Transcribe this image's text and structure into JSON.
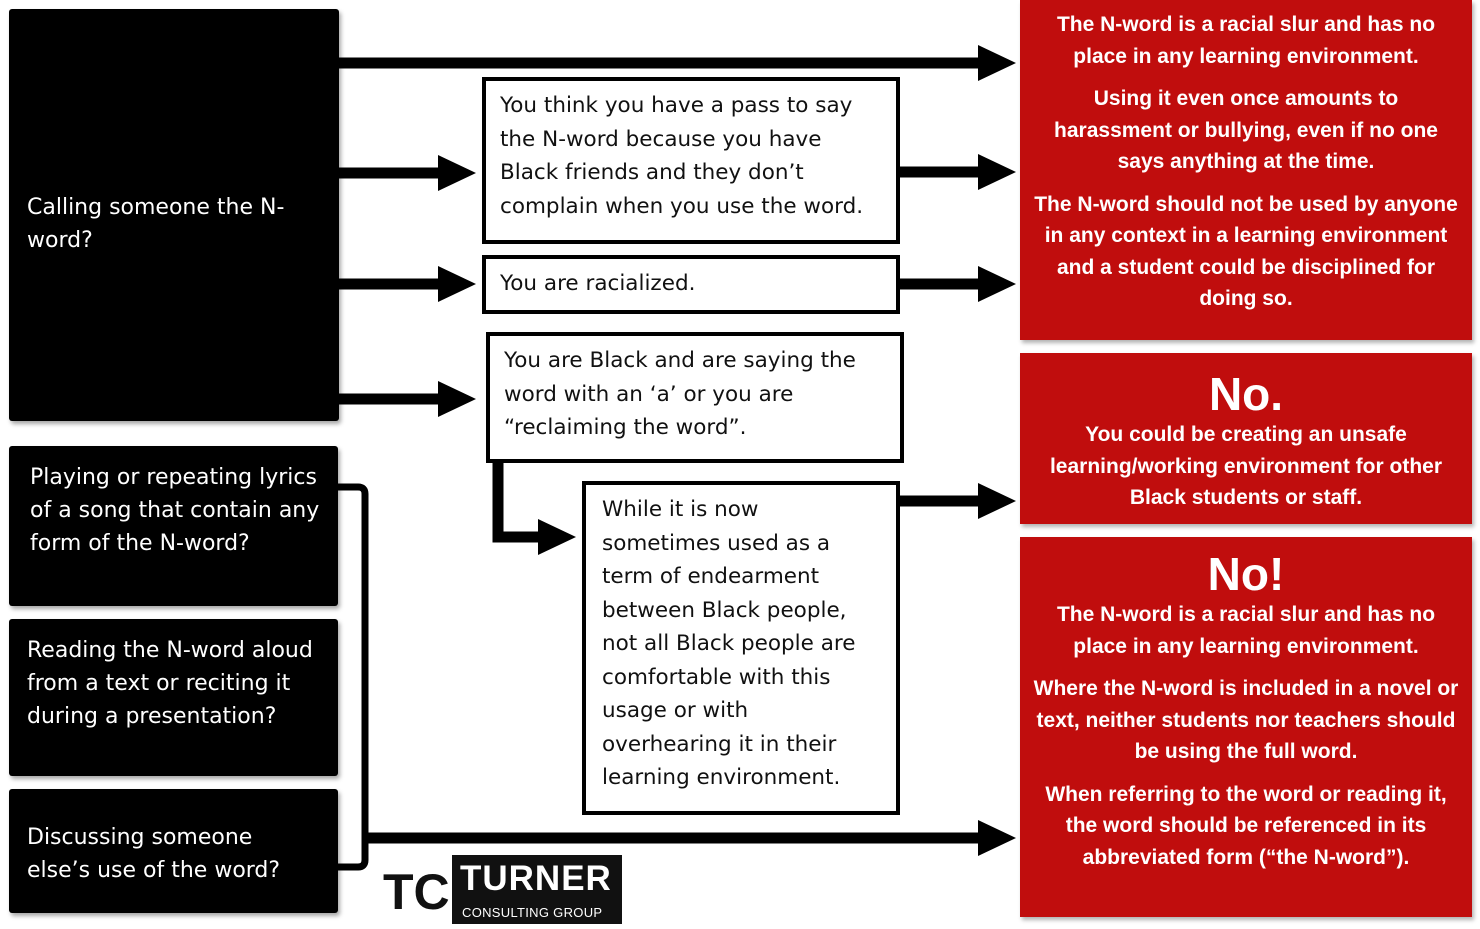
{
  "questions": [
    {
      "text": "Calling someone the N-word?"
    },
    {
      "text": "Playing or repeating lyrics of a song that contain any form of the N-word?"
    },
    {
      "text": "Reading the N-word aloud from a text or reciting it during a presentation?"
    },
    {
      "text": "Discussing someone else’s use of the word?"
    }
  ],
  "conditions": [
    {
      "text": "You think you have a pass to say the N-word because you have Black friends and they don’t complain when you use the word."
    },
    {
      "text": "You are racialized."
    },
    {
      "text": "You are Black and are saying the word with an ‘a’ or you are “reclaiming the word”."
    },
    {
      "text": "While it is now sometimes used as a term of endearment between Black people, not all Black people are comfortable with this usage or with overhearing it in their learning environment."
    }
  ],
  "answers": [
    {
      "heading": "",
      "paragraphs": [
        "The N-word is a racial slur and has no place in any learning environment.",
        "Using it even once amounts to harassment or bullying, even if no one says anything at the time.",
        "The N-word should not be used by anyone in any context in a learning environment and a student could be disciplined for doing so."
      ]
    },
    {
      "heading": "No.",
      "paragraphs": [
        "You could be creating an unsafe learning/working environment for other Black students or staff."
      ]
    },
    {
      "heading": "No!",
      "paragraphs": [
        "The N-word is a racial slur and has no place in any learning environment.",
        "Where the N-word is included in a novel or text, neither students nor teachers should be using the full word.",
        "When referring to the word or reading it, the word should be referenced in its abbreviated form (“the N-word”)."
      ]
    }
  ],
  "logo": {
    "mark": "TCG",
    "name": "TURNER",
    "subtitle": "CONSULTING GROUP"
  },
  "colors": {
    "answer_red": "#c00d0d",
    "question_black": "#000000",
    "arrow": "#000000"
  }
}
